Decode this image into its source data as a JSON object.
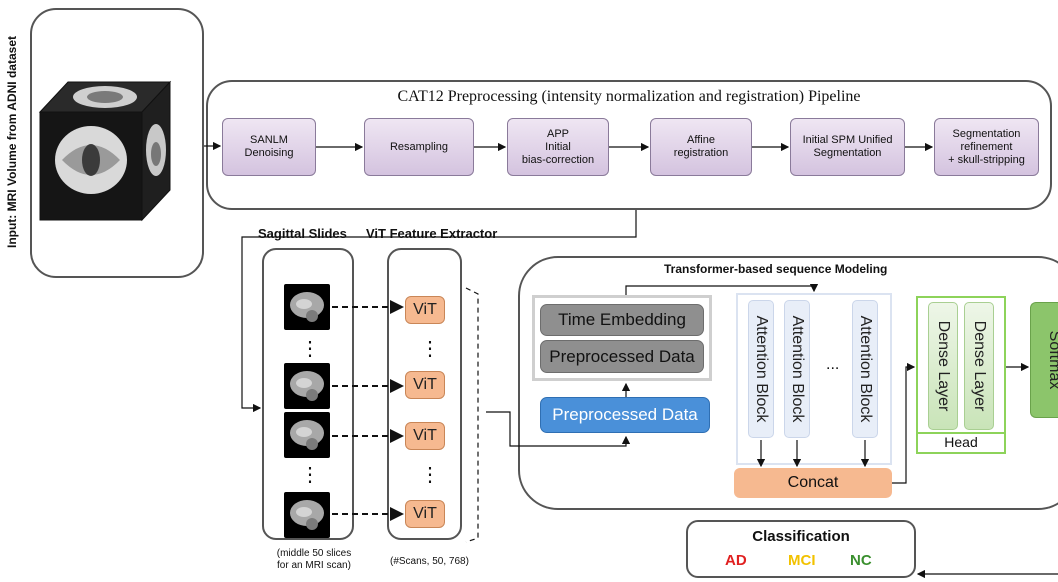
{
  "input_label": "Input: MRI Volume from ADNI dataset",
  "pipeline": {
    "title": "CAT12 Preprocessing (intensity normalization and registration) Pipeline",
    "steps": [
      "SANLM\nDenoising",
      "Resampling",
      "APP\nInitial\nbias-correction",
      "Affine\nregistration",
      "Initial SPM Unified\nSegmentation",
      "Segmentation\nrefinement\n+ skull-stripping"
    ]
  },
  "sagittal": {
    "title": "Sagittal Slides",
    "note": "(middle 50 slices\nfor an MRI scan)",
    "dots": "⋮"
  },
  "vit": {
    "title": "ViT Feature Extractor",
    "label": "ViT",
    "note": "(#Scans, 50, 768)",
    "dots": "⋮"
  },
  "transformer": {
    "title": "Transformer-based sequence Modeling",
    "time_embedding": "Time Embedding",
    "preprocessed_inner": "Preprocessed Data",
    "preprocessed_input": "Preprocessed Data",
    "attention_label": "Attention Block",
    "ellipsis": "...",
    "concat": "Concat",
    "dense_label": "Dense Layer",
    "head": "Head",
    "softmax": "Softmax"
  },
  "classification": {
    "title": "Classification",
    "classes": [
      {
        "label": "AD",
        "color": "#e02020"
      },
      {
        "label": "MCI",
        "color": "#f2c200"
      },
      {
        "label": "NC",
        "color": "#3a8f2e"
      }
    ]
  },
  "colors": {
    "vit_fill": "#f6b990",
    "blue": "#4a90d9",
    "concat": "#f6b990",
    "softmax": "#8cc56b",
    "head_border": "#8dd35a"
  }
}
